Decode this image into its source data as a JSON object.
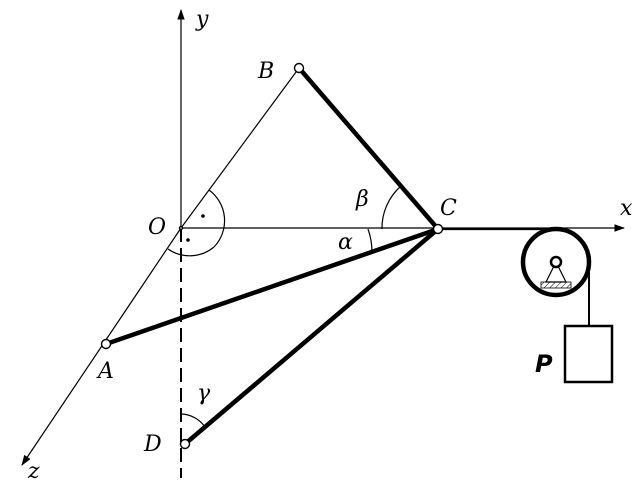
{
  "labels": {
    "y": "y",
    "x": "x",
    "z": "z",
    "O": "O",
    "A": "A",
    "B": "B",
    "C": "C",
    "D": "D",
    "alpha": "α",
    "beta": "β",
    "gamma": "γ",
    "P": "P"
  }
}
